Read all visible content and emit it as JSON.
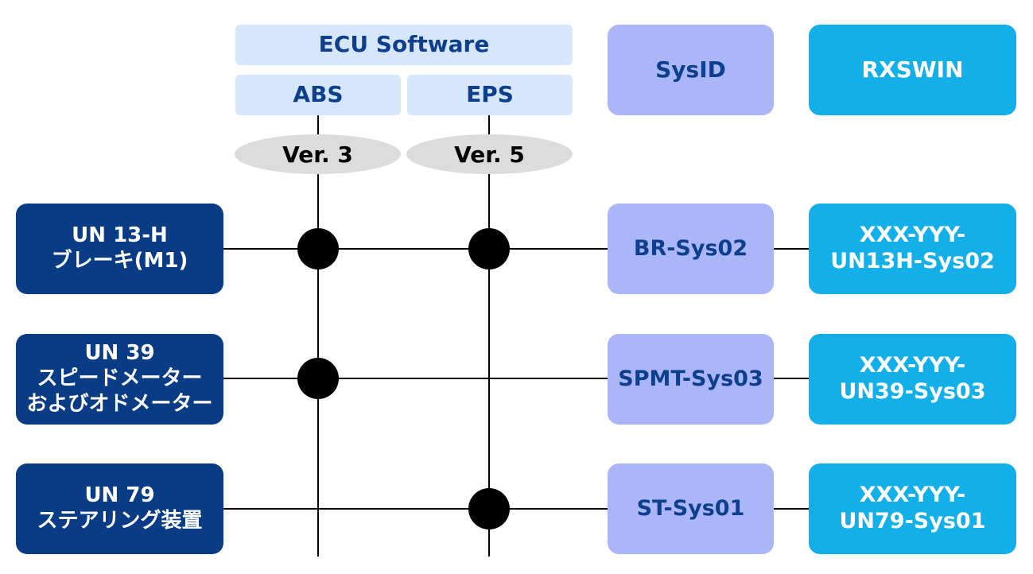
{
  "header": {
    "ecu_software": "ECU Software",
    "sysid": "SysID",
    "rxswin": "RXSWIN"
  },
  "ecus": [
    {
      "name": "ABS",
      "version": "Ver. 3"
    },
    {
      "name": "EPS",
      "version": "Ver. 5"
    }
  ],
  "rows": [
    {
      "regulation": "UN 13-H\nブレーキ(M1)",
      "sysid": "BR-Sys02",
      "rxswin": "XXX-YYY-\nUN13H-Sys02",
      "uses": [
        "ABS",
        "EPS"
      ]
    },
    {
      "regulation": "UN 39\nスピードメーター\nおよびオドメーター",
      "sysid": "SPMT-Sys03",
      "rxswin": "XXX-YYY-\nUN39-Sys03",
      "uses": [
        "ABS"
      ]
    },
    {
      "regulation": "UN 79\nステアリング装置",
      "sysid": "ST-Sys01",
      "rxswin": "XXX-YYY-\nUN79-Sys01",
      "uses": [
        "EPS"
      ]
    }
  ],
  "colors": {
    "regulation_box": "#0a3c86",
    "sysid_box": "#aab6f8",
    "rxswin_box": "#13afe8",
    "ecu_header": "#d6e6fb",
    "version_ellipse": "#dcdcdc"
  }
}
